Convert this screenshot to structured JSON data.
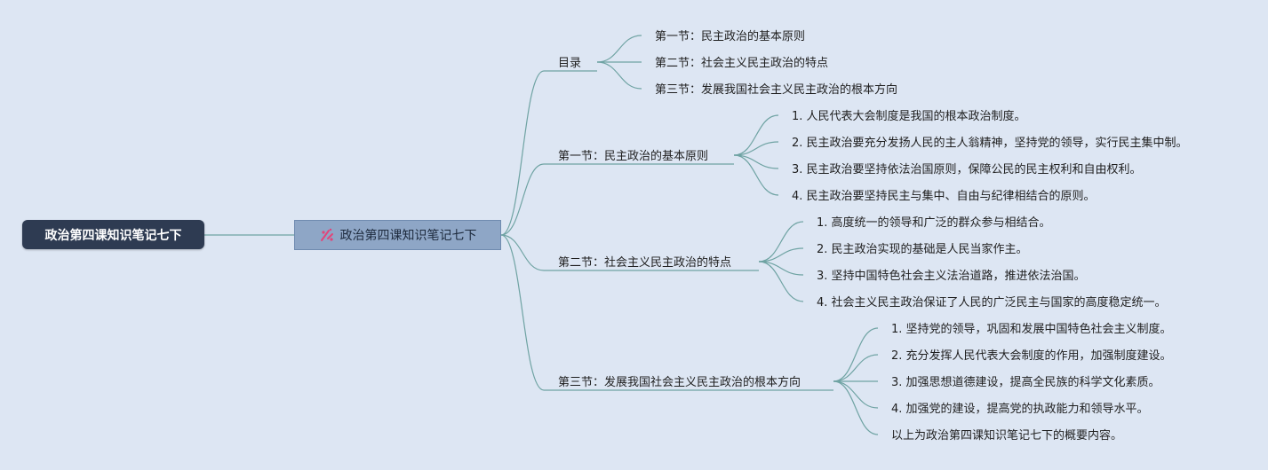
{
  "root": {
    "label": "政治第四课知识笔记七下"
  },
  "center": {
    "label": "政治第四课知识笔记七下",
    "icon": "sparkle-icon"
  },
  "branches": [
    {
      "label": "目录",
      "children": [
        "第一节：民主政治的基本原则",
        "第二节：社会主义民主政治的特点",
        "第三节：发展我国社会主义民主政治的根本方向"
      ]
    },
    {
      "label": "第一节：民主政治的基本原则",
      "children": [
        "1. 人民代表大会制度是我国的根本政治制度。",
        "2. 民主政治要充分发扬人民的主人翁精神，坚持党的领导，实行民主集中制。",
        "3. 民主政治要坚持依法治国原则，保障公民的民主权利和自由权利。",
        "4. 民主政治要坚持民主与集中、自由与纪律相结合的原则。"
      ]
    },
    {
      "label": "第二节：社会主义民主政治的特点",
      "children": [
        "1. 高度统一的领导和广泛的群众参与相结合。",
        "2. 民主政治实现的基础是人民当家作主。",
        "3. 坚持中国特色社会主义法治道路，推进依法治国。",
        "4. 社会主义民主政治保证了人民的广泛民主与国家的高度稳定统一。"
      ]
    },
    {
      "label": "第三节：发展我国社会主义民主政治的根本方向",
      "children": [
        "1. 坚持党的领导，巩固和发展中国特色社会主义制度。",
        "2. 充分发挥人民代表大会制度的作用，加强制度建设。",
        "3. 加强思想道德建设，提高全民族的科学文化素质。",
        "4. 加强党的建设，提高党的执政能力和领导水平。",
        "以上为政治第四课知识笔记七下的概要内容。"
      ]
    }
  ],
  "colors": {
    "background": "#dde6f3",
    "root": "#2e3b52",
    "center": "#8ea6c6",
    "link": "#6fa3a3"
  }
}
